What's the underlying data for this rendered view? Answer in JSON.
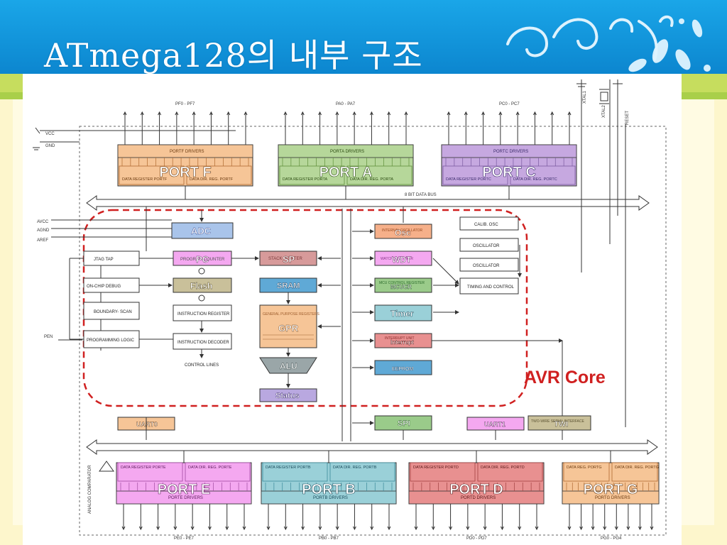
{
  "slide": {
    "title": "ATmega128의 내부 구조"
  },
  "diagram": {
    "core_label": "AVR Core",
    "bus_top": "8 BIT DATA BUS",
    "power": {
      "vcc": "VCC",
      "gnd": "GND",
      "avcc": "AVCC",
      "agnd": "AGND",
      "aref": "AREF",
      "pen": "PEN"
    },
    "clock": {
      "xtal1": "XTAL1",
      "xtal2": "XTAL2",
      "reset": "RESET"
    },
    "ports_top": [
      {
        "overlay": "PORT F",
        "pins": "PF0 - PF7",
        "drivers": "PORTF DRIVERS",
        "reg1": "DATA REGISTER PORTF",
        "reg2": "DATA DIR. REG. PORTF"
      },
      {
        "overlay": "PORT A",
        "pins": "PA0 - PA7",
        "drivers": "PORTA DRIVERS",
        "reg1": "DATA REGISTER PORTA",
        "reg2": "DATA DIR. REG. PORTA"
      },
      {
        "overlay": "PORT C",
        "pins": "PC0 - PC7",
        "drivers": "PORTC DRIVERS",
        "reg1": "DATA REGISTER PORTC",
        "reg2": "DATA DIR. REG. PORTC"
      }
    ],
    "ports_bottom": [
      {
        "overlay": "PORT E",
        "pins": "PE0 - PE7",
        "drivers": "PORTE DRIVERS",
        "reg1": "DATA REGISTER PORTE",
        "reg2": "DATA DIR. REG. PORTE"
      },
      {
        "overlay": "PORT B",
        "pins": "PB0 - PB7",
        "drivers": "PORTB DRIVERS",
        "reg1": "DATA REGISTER PORTB",
        "reg2": "DATA DIR. REG. PORTB"
      },
      {
        "overlay": "PORT D",
        "pins": "PD0 - PD7",
        "drivers": "PORTD DRIVERS",
        "reg1": "DATA REGISTER PORTD",
        "reg2": "DATA DIR. REG. PORTD"
      },
      {
        "overlay": "PORT G",
        "pins": "PG0 - PG4",
        "drivers": "PORTG DRIVERS",
        "reg1": "DATA REG. PORTG",
        "reg2": "DATA DIR. REG. PORTG"
      }
    ],
    "blocks": {
      "adc": "ADC",
      "jtag": "JTAG TAP",
      "ocd": "ON-CHIP DEBUG",
      "bscan": "BOUNDARY- SCAN",
      "prog": "PROGRAMMING LOGIC",
      "pc": "PC",
      "pc_sub": "PROGRAM COUNTER",
      "flash": "Flash",
      "ir": "INSTRUCTION REGISTER",
      "idec": "INSTRUCTION DECODER",
      "ctrl": "CONTROL LINES",
      "sp": "SP",
      "sp_sub": "STACK POINTER",
      "sram": "SRAM",
      "gpr": "GPR",
      "gpr_sub": "GENERAL PURPOSE REGISTERS",
      "alu": "ALU",
      "status": "Status",
      "osc": "Osc",
      "osc_sub": "INTERNAL OSCILLATOR",
      "wdt": "WDT",
      "wdt_sub": "WATCHDOG TIMER",
      "mcucr": "MCUCR",
      "mcucr_sub": "MCU CONTROL REGISTER",
      "timer": "Timer",
      "interrupt": "Interrupt",
      "interrupt_sub": "INTERRUPT UNIT",
      "eeprom": "EEPROM",
      "calib": "CALIB. OSC",
      "osc1": "OSCILLATOR",
      "osc2": "OSCILLATOR",
      "timing": "TIMING AND CONTROL",
      "spi": "SPI",
      "uart0": "UART0",
      "uart1": "UART1",
      "twi": "TWI",
      "twi_sub": "TWO-WIRE SERIAL INTERFACE",
      "analog_comp": "ANALOG COMPARATOR"
    }
  }
}
